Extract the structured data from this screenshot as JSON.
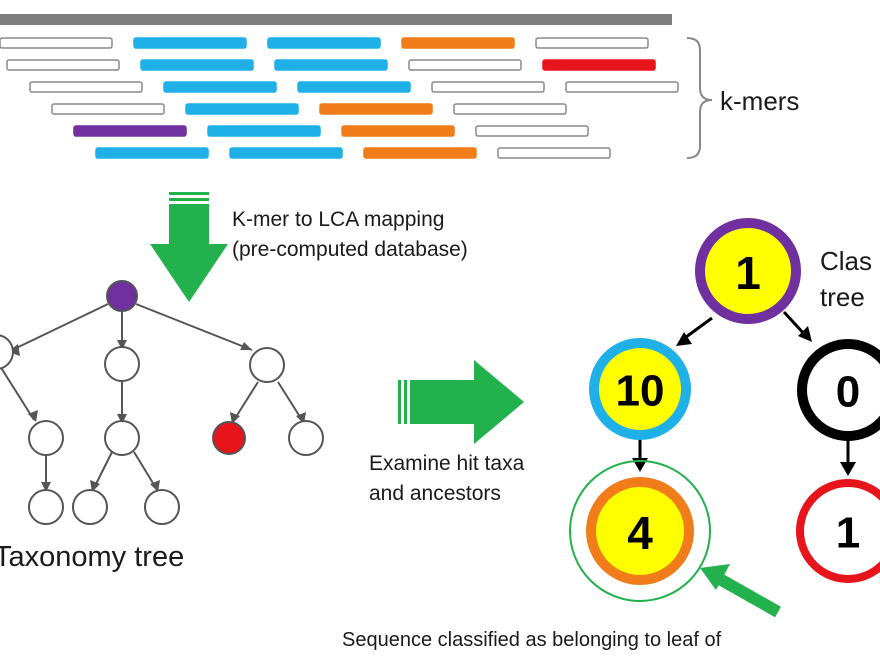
{
  "labels": {
    "kmers": "k-mers",
    "mapping_line1": "K-mer to LCA mapping",
    "mapping_line2": "(pre-computed database)",
    "taxonomy_tree": "Taxonomy tree",
    "examine_line1": "Examine hit taxa",
    "examine_line2": "and ancestors",
    "class_tree_line1": "Clas",
    "class_tree_line2": "tree",
    "result_line1": "Sequence classified as belonging to leaf of"
  },
  "kmer_rows": [
    [
      "white",
      "blue",
      "blue",
      "orange",
      "white"
    ],
    [
      "white",
      "blue",
      "blue",
      "white",
      "red"
    ],
    [
      "white",
      "blue",
      "blue",
      "white",
      "white"
    ],
    [
      "white",
      "blue",
      "orange",
      "white"
    ],
    [
      "purple",
      "blue",
      "orange",
      "white"
    ],
    [
      "blue",
      "blue",
      "orange",
      "white"
    ]
  ],
  "taxonomy_nodes": [
    {
      "id": "root",
      "color": "purple"
    },
    {
      "id": "l1a",
      "color": "white"
    },
    {
      "id": "l1b",
      "color": "white"
    },
    {
      "id": "l1c",
      "color": "white"
    },
    {
      "id": "l2a",
      "color": "white"
    },
    {
      "id": "l2b",
      "color": "white"
    },
    {
      "id": "l2c",
      "color": "red"
    },
    {
      "id": "l2d",
      "color": "white"
    },
    {
      "id": "l3a",
      "color": "white"
    },
    {
      "id": "l3b",
      "color": "white"
    },
    {
      "id": "l3c",
      "color": "white"
    }
  ],
  "classification_nodes": [
    {
      "id": "c-root",
      "value": "1",
      "ring": "purple",
      "fill": "yellow"
    },
    {
      "id": "c-left",
      "value": "10",
      "ring": "blue",
      "fill": "yellow"
    },
    {
      "id": "c-right",
      "value": "0",
      "ring": "black",
      "fill": "white"
    },
    {
      "id": "c-left-leaf",
      "value": "4",
      "ring": "orange",
      "fill": "yellow",
      "highlighted": true
    },
    {
      "id": "c-right-leaf",
      "value": "1",
      "ring": "red",
      "fill": "white"
    }
  ],
  "colors": {
    "white": "#ffffff",
    "blue": "#1fb0e8",
    "orange": "#f07d1a",
    "red": "#e8141c",
    "purple": "#7030a0",
    "yellow": "#ffff00",
    "black": "#000000",
    "green": "#22b14c",
    "gray": "#7f7f7f",
    "outline": "#888888"
  }
}
